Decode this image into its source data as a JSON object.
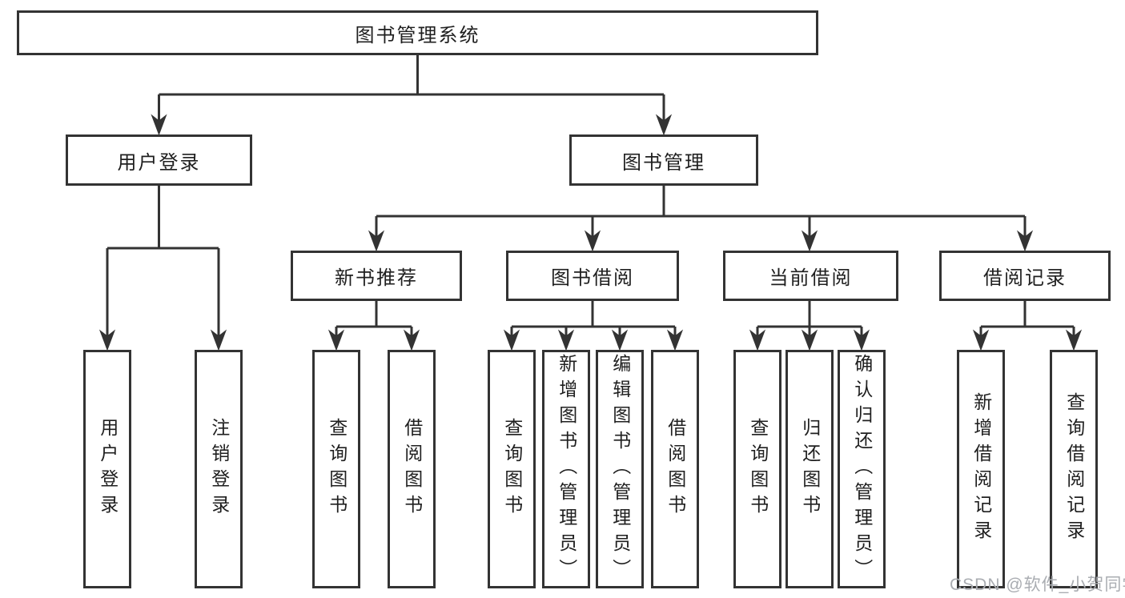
{
  "diagram": {
    "root": {
      "label": "图书管理系统",
      "children": [
        {
          "label": "用户登录",
          "children": [
            {
              "label": "用户登录"
            },
            {
              "label": "注销登录"
            }
          ]
        },
        {
          "label": "图书管理",
          "children": [
            {
              "label": "新书推荐",
              "children": [
                {
                  "label": "查询图书"
                },
                {
                  "label": "借阅图书"
                }
              ]
            },
            {
              "label": "图书借阅",
              "children": [
                {
                  "label": "查询图书"
                },
                {
                  "label": "新增图书（管理员）"
                },
                {
                  "label": "编辑图书（管理员）"
                },
                {
                  "label": "借阅图书"
                }
              ]
            },
            {
              "label": "当前借阅",
              "children": [
                {
                  "label": "查询图书"
                },
                {
                  "label": "归还图书"
                },
                {
                  "label": "确认归还（管理员）"
                }
              ]
            },
            {
              "label": "借阅记录",
              "children": [
                {
                  "label": "新增借阅记录"
                },
                {
                  "label": "查询借阅记录"
                }
              ]
            }
          ]
        }
      ]
    }
  },
  "watermark": {
    "text": "CSDN @软件_小贺同学"
  },
  "colors": {
    "line": "#333333",
    "box_border": "#333333",
    "text": "#1f1f1f",
    "watermark": "#aaadb2",
    "background": "#ffffff"
  }
}
